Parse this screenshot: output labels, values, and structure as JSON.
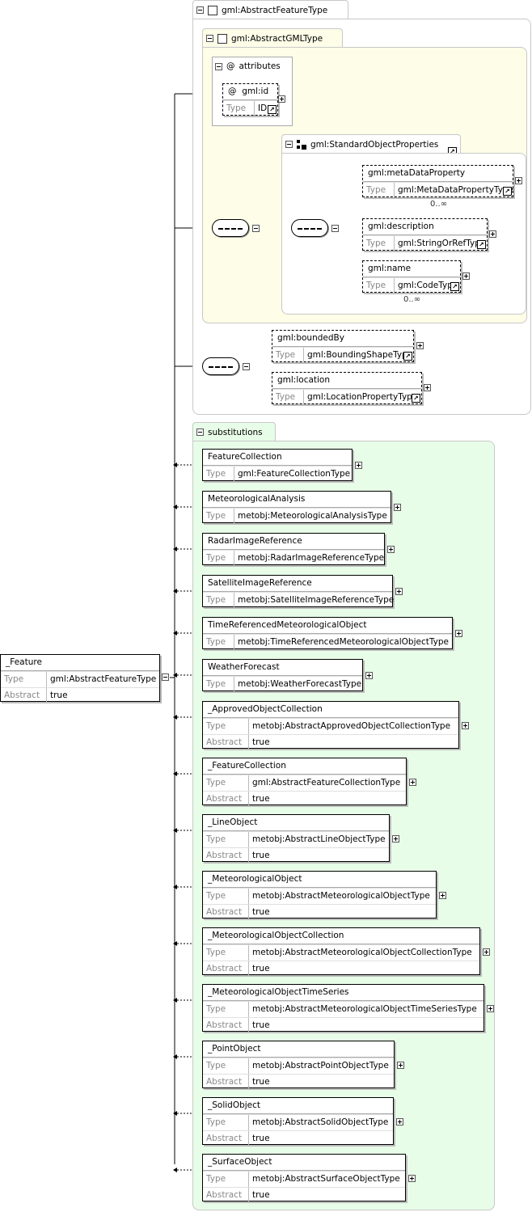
{
  "abstract_feature_type": {
    "label": "gml:AbstractFeatureType"
  },
  "abstract_gml_type": {
    "label": "gml:AbstractGMLType"
  },
  "attributes": {
    "label": "attributes",
    "at_symbol": "@",
    "id_attr": {
      "name": "gml:id",
      "type_key": "Type",
      "type_value": "ID"
    }
  },
  "standard_object_properties": {
    "label": "gml:StandardObjectProperties",
    "elements": [
      {
        "name": "gml:metaDataProperty",
        "type_key": "Type",
        "type_value": "gml:MetaDataPropertyType",
        "card": "0..∞"
      },
      {
        "name": "gml:description",
        "type_key": "Type",
        "type_value": "gml:StringOrRefType",
        "card": ""
      },
      {
        "name": "gml:name",
        "type_key": "Type",
        "type_value": "gml:CodeType",
        "card": "0..∞"
      }
    ]
  },
  "feature_props": [
    {
      "name": "gml:boundedBy",
      "type_key": "Type",
      "type_value": "gml:BoundingShapeType"
    },
    {
      "name": "gml:location",
      "type_key": "Type",
      "type_value": "gml:LocationPropertyType"
    }
  ],
  "substitutions": {
    "label": "substitutions",
    "items": [
      {
        "name": "FeatureCollection",
        "type": "gml:FeatureCollectionType",
        "abstract": ""
      },
      {
        "name": "MeteorologicalAnalysis",
        "type": "metobj:MeteorologicalAnalysisType",
        "abstract": ""
      },
      {
        "name": "RadarImageReference",
        "type": "metobj:RadarImageReferenceType",
        "abstract": ""
      },
      {
        "name": "SatelliteImageReference",
        "type": "metobj:SatelliteImageReferenceType",
        "abstract": ""
      },
      {
        "name": "TimeReferencedMeteorologicalObject",
        "type": "metobj:TimeReferencedMeteorologicalObjectType",
        "abstract": ""
      },
      {
        "name": "WeatherForecast",
        "type": "metobj:WeatherForecastType",
        "abstract": ""
      },
      {
        "name": "_ApprovedObjectCollection",
        "type": "metobj:AbstractApprovedObjectCollectionType",
        "abstract": "true"
      },
      {
        "name": "_FeatureCollection",
        "type": "gml:AbstractFeatureCollectionType",
        "abstract": "true"
      },
      {
        "name": "_LineObject",
        "type": "metobj:AbstractLineObjectType",
        "abstract": "true"
      },
      {
        "name": "_MeteorologicalObject",
        "type": "metobj:AbstractMeteorologicalObjectType",
        "abstract": "true"
      },
      {
        "name": "_MeteorologicalObjectCollection",
        "type": "metobj:AbstractMeteorologicalObjectCollectionType",
        "abstract": "true"
      },
      {
        "name": "_MeteorologicalObjectTimeSeries",
        "type": "metobj:AbstractMeteorologicalObjectTimeSeriesType",
        "abstract": "true"
      },
      {
        "name": "_PointObject",
        "type": "metobj:AbstractPointObjectType",
        "abstract": "true"
      },
      {
        "name": "_SolidObject",
        "type": "metobj:AbstractSolidObjectType",
        "abstract": "true"
      },
      {
        "name": "_SurfaceObject",
        "type": "metobj:AbstractSurfaceObjectType",
        "abstract": "true"
      }
    ]
  },
  "root_element": {
    "name": "_Feature",
    "type_key": "Type",
    "type_value": "gml:AbstractFeatureType",
    "abstract_key": "Abstract",
    "abstract_value": "true"
  },
  "row_keys": {
    "type": "Type",
    "abstract": "Abstract"
  },
  "link_glyph": "↗"
}
